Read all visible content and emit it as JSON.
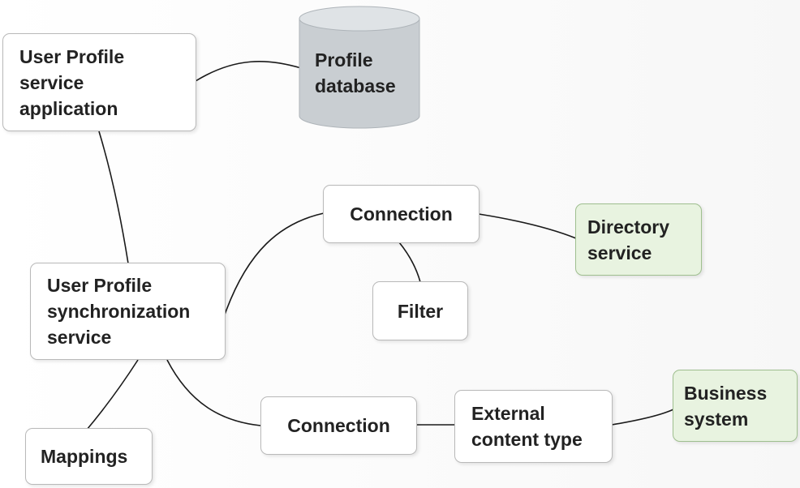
{
  "nodes": {
    "user_profile_app": [
      "User Profile",
      "service",
      "application"
    ],
    "profile_database": [
      "Profile",
      "database"
    ],
    "connection_top": [
      "Connection"
    ],
    "directory_service": [
      "Directory",
      "service"
    ],
    "filter": [
      "Filter"
    ],
    "sync_service": [
      "User Profile",
      "synchronization",
      "service"
    ],
    "connection_bottom": [
      "Connection"
    ],
    "external_content_type": [
      "External",
      "content type"
    ],
    "business_system": [
      "Business",
      "system"
    ],
    "mappings": [
      "Mappings"
    ]
  },
  "colors": {
    "node_fill": "#ffffff",
    "node_border": "#b9b9b9",
    "external_system_fill": "#e8f3e0",
    "external_system_border": "#9fbf8f",
    "database_fill": "#c9ced2",
    "connector": "#1a1a1a",
    "text": "#222222"
  }
}
